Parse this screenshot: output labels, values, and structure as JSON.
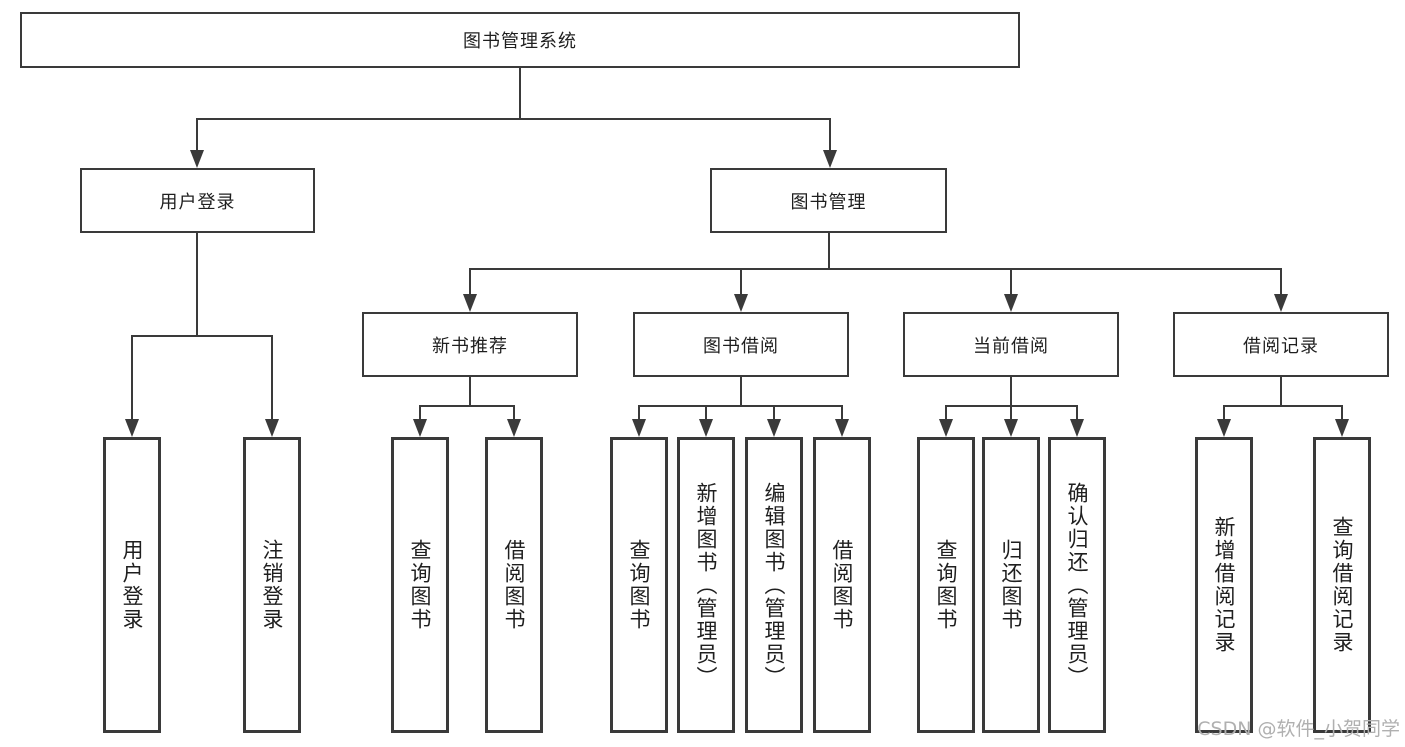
{
  "diagram": {
    "root": "图书管理系统",
    "level2": [
      "用户登录",
      "图书管理"
    ],
    "level3": [
      "新书推荐",
      "图书借阅",
      "当前借阅",
      "借阅记录"
    ],
    "leaves": [
      "用户登录",
      "注销登录",
      "查询图书",
      "借阅图书",
      "查询图书",
      "新增图书（管理员）",
      "编辑图书（管理员）",
      "借阅图书",
      "查询图书",
      "归还图书",
      "确认归还（管理员）",
      "新增借阅记录",
      "查询借阅记录"
    ]
  },
  "watermark": "CSDN @软件_小贺同学",
  "colors": {
    "line": "#3a3a3a",
    "text": "#1f1f1f",
    "watermark": "#b0b0b0",
    "background": "#ffffff"
  }
}
